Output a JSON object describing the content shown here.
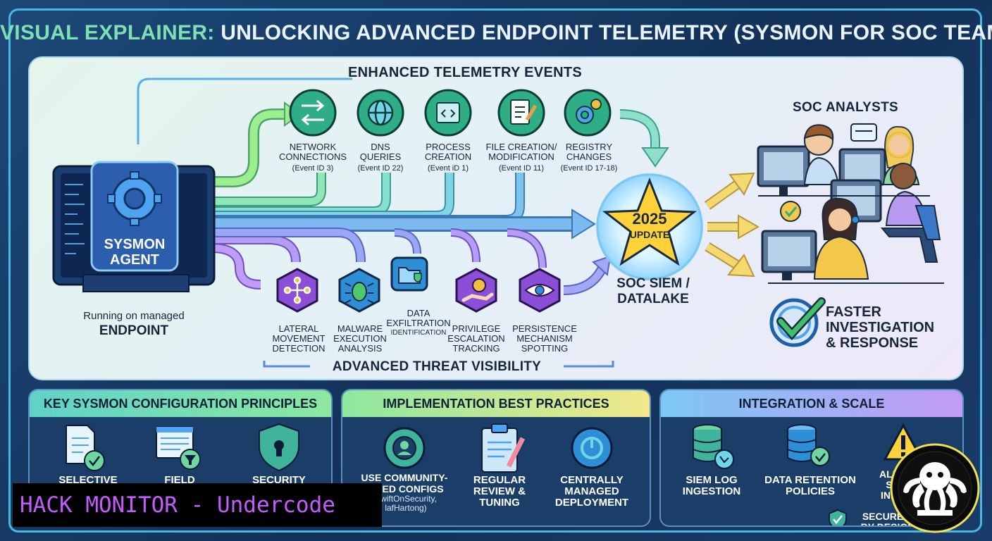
{
  "title": {
    "highlight": "VISUAL EXPLAINER:",
    "rest": " UNLOCKING ADVANCED ENDPOINT TELEMETRY (SYSMON FOR SOC TEAMS)"
  },
  "telemetry": {
    "heading": "ENHANCED TELEMETRY EVENTS",
    "events": [
      {
        "label": "NETWORK\nCONNECTIONS",
        "event_id": "(Event ID 3)",
        "icon": "network-arrows-icon"
      },
      {
        "label": "DNS\nQUERIES",
        "event_id": "(Event ID 22)",
        "icon": "globe-icon"
      },
      {
        "label": "PROCESS\nCREATION",
        "event_id": "(Event iD 1)",
        "icon": "code-window-icon"
      },
      {
        "label": "FILE CREATION/\nMODIFICATION",
        "event_id": "(Event ID 11)",
        "icon": "document-pen-icon"
      },
      {
        "label": "REGISTRY\nCHANGES",
        "event_id": "(Event ID 17-18)",
        "icon": "gears-icon"
      }
    ]
  },
  "agent": {
    "label": "SYSMON\nAGENT",
    "running_on": "Running on managed",
    "endpoint": "ENDPOINT"
  },
  "siem": {
    "star_year": "2025",
    "star_text": "UPDATE",
    "label": "SOC SIEM /\nDATALAKE"
  },
  "analysts": {
    "heading": "SOC ANALYSTS",
    "outcome": "FASTER\nINVESTIGATION\n& RESPONSE"
  },
  "threats": {
    "heading": "ADVANCED THREAT VISIBILITY",
    "items": [
      {
        "label": "LATERAL\nMOVEMENT\nDETECTION",
        "icon": "network-nodes-icon"
      },
      {
        "label": "MALWARE\nEXECUTION\nANALYSIS",
        "icon": "bug-icon"
      },
      {
        "label": "DATA\nEXFILTRATION",
        "extra": "IDENTIFICATION",
        "icon": "folder-shield-icon"
      },
      {
        "label": "PRIVILEGE\nESCALATION\nTRACKING",
        "icon": "coin-hand-icon"
      },
      {
        "label": "PERSISTENCE\nMECHANISM\nSPOTTING",
        "icon": "eye-icon"
      }
    ]
  },
  "sections": [
    {
      "title": "KEY SYSMON CONFIGURATION PRINCIPLES",
      "items": [
        {
          "label": "SELECTIVE",
          "icon": "document-check-icon"
        },
        {
          "label": "FIELD",
          "icon": "window-filter-icon"
        },
        {
          "label": "SECURITY",
          "icon": "shield-lock-icon"
        }
      ]
    },
    {
      "title": "IMPLEMENTATION BEST PRACTICES",
      "items": [
        {
          "label": "USE COMMUNITY-\nAINED CONFIGS",
          "note": "SwiftOnSecurity,\nlafHartong)",
          "icon": "gear-user-icon"
        },
        {
          "label": "REGULAR\nREVIEW &\nTUNING",
          "icon": "clipboard-pencil-icon"
        },
        {
          "label": "CENTRALLY\nMANAGED\nDEPLOYMENT",
          "icon": "gear-power-icon"
        }
      ]
    },
    {
      "title": "INTEGRATION & SCALE",
      "items": [
        {
          "label": "SIEM LOG\nINGESTION",
          "icon": "database-arrow-icon"
        },
        {
          "label": "DATA RETENTION\nPOLICIES",
          "icon": "database-check-icon"
        },
        {
          "label": "ALE\nS\nIND",
          "icon": "warning-icon"
        }
      ],
      "footer": "SECURE &\nBY DESIGN"
    }
  ],
  "watermark": "HACK MONITOR - Undercode",
  "colors": {
    "green_flow": "#8de88f",
    "blue_flow": "#6fb8f0",
    "purple_flow": "#9d7ef0",
    "event_circle": "#3dbd8f",
    "threat_hex": "#8a4fd6",
    "star": "#ffd23a"
  }
}
